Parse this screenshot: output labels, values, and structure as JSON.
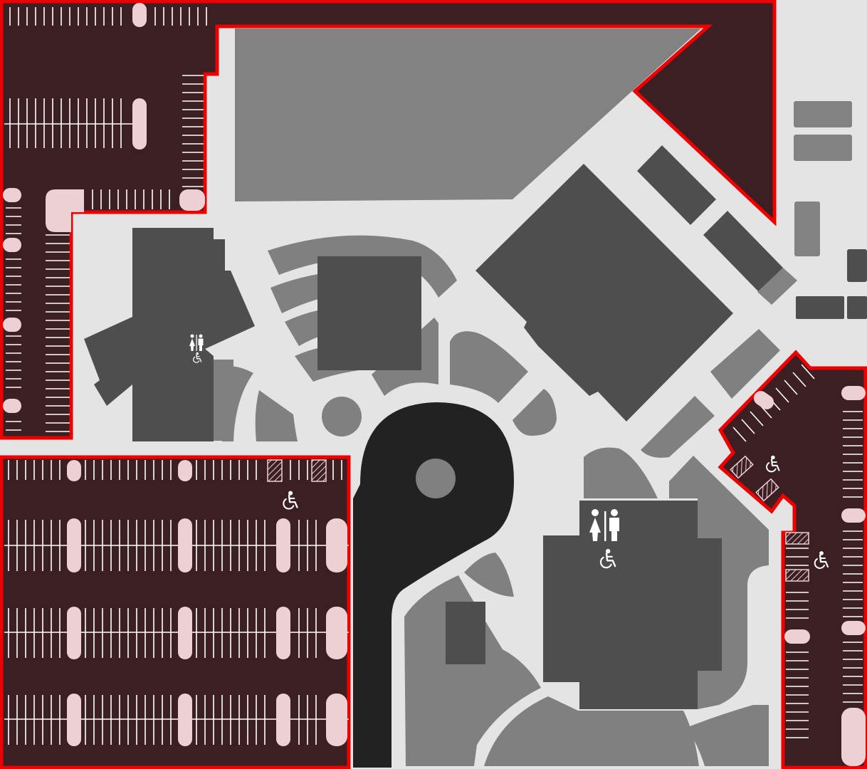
{
  "map": {
    "colors": {
      "ground": "#e4e4e4",
      "parking_lot": "#3c1f22",
      "parking_outline": "#ee0000",
      "parking_stripe": "#ffffff",
      "parking_island": "#ecd0d3",
      "building_dark": "#4e4e4e",
      "building_medium": "#828282",
      "plaza_light": "#8a8a8a",
      "road": "#222222",
      "icon_fill": "#ffffff"
    },
    "parking_lots": [
      "north-west",
      "west",
      "south-west",
      "east"
    ],
    "amenities": [
      {
        "name": "restroom-icon",
        "type": "restroom"
      },
      {
        "name": "accessible-icon",
        "type": "wheelchair-accessible"
      }
    ]
  }
}
